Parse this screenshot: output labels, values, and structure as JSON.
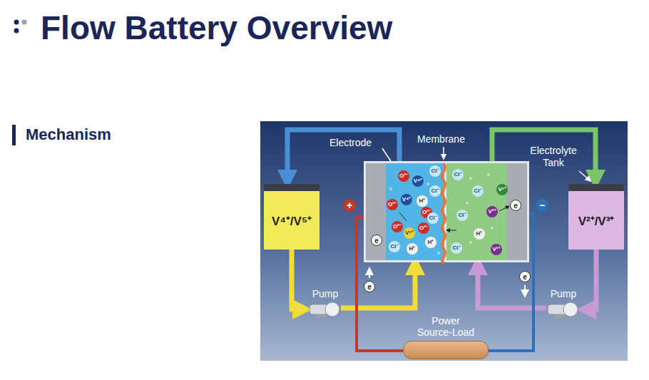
{
  "diagram": {
    "title": "Flow Battery Overview",
    "nodes": [
      {
        "text": [
          "V⁴⁺/V⁵⁺"
        ]
      },
      {
        "text": [
          "V²⁺/V³⁺"
        ]
      },
      {
        "text": [
          "Pump"
        ]
      },
      {
        "text": [
          "Pump"
        ]
      },
      {
        "text": [
          "Power Source-Load"
        ]
      }
    ],
    "edges": [
      {
        "from": 0,
        "to": 2,
        "arrow": "to"
      },
      {
        "from": 1,
        "to": 3,
        "arrow": "to"
      }
    ],
    "labels": [
      "Mechanism",
      "Electrode",
      "Membrane",
      "Electrolyte Tank",
      "+",
      "−",
      "e",
      "e",
      "e",
      "e",
      "O²⁻",
      "V⁴⁺",
      "Cl⁻",
      "O²⁻",
      "V⁴⁺",
      "H⁺",
      "O²⁻",
      "Cl⁻",
      "O²⁻",
      "V⁵⁺",
      "O²⁻",
      "H⁺",
      "H⁺",
      "Cl⁻",
      "Cl⁻",
      "Cl⁻",
      "V³⁺",
      "Cl⁻",
      "V²⁺",
      "Cl⁻",
      "H⁺",
      "V²⁺",
      "Cl⁻"
    ]
  }
}
